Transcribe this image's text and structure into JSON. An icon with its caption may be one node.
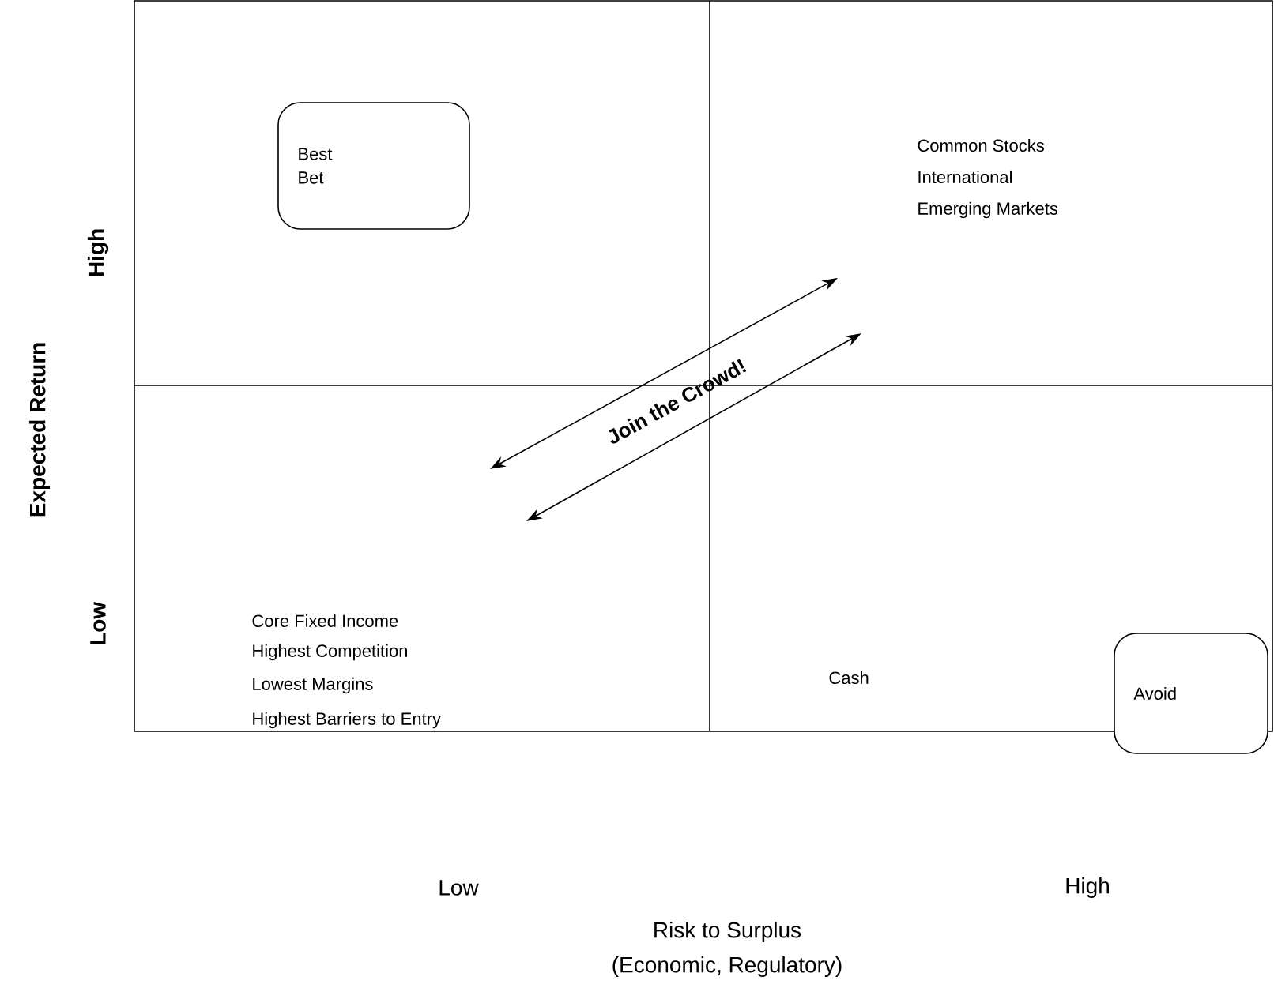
{
  "diagram": {
    "nodes": [
      {
        "text": [
          "Best Bet"
        ]
      },
      {
        "text": [
          "Avoid"
        ]
      }
    ],
    "labels": [
      "High",
      "Common Stocks",
      "International",
      "Emerging Markets",
      "Join the Crowd!",
      "Expected Return",
      "Low",
      "Core Fixed Income",
      "Highest Competition",
      "Lowest Margins",
      "Highest Barriers to Entry",
      "Cash",
      "Low",
      "High",
      "Risk to Surplus",
      "(Economic, Regulatory)"
    ]
  }
}
